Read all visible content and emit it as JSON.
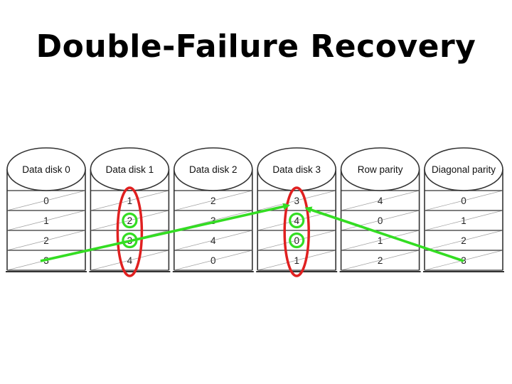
{
  "title": "Double-Failure Recovery",
  "disks": [
    {
      "label": "Data disk 0",
      "values": [
        "0",
        "1",
        "2",
        "3"
      ]
    },
    {
      "label": "Data disk 1",
      "values": [
        "1",
        "2",
        "3",
        "4"
      ]
    },
    {
      "label": "Data disk 2",
      "values": [
        "2",
        "3",
        "4",
        "0"
      ]
    },
    {
      "label": "Data disk 3",
      "values": [
        "3",
        "4",
        "0",
        "1"
      ]
    },
    {
      "label": "Row parity",
      "values": [
        "4",
        "0",
        "1",
        "2"
      ]
    },
    {
      "label": "Diagonal parity",
      "values": [
        "0",
        "1",
        "2",
        "3"
      ]
    }
  ],
  "colors": {
    "failed_disk_highlight": "#e02020",
    "recovery_path": "#33dd22",
    "disk_outline": "#333333"
  }
}
